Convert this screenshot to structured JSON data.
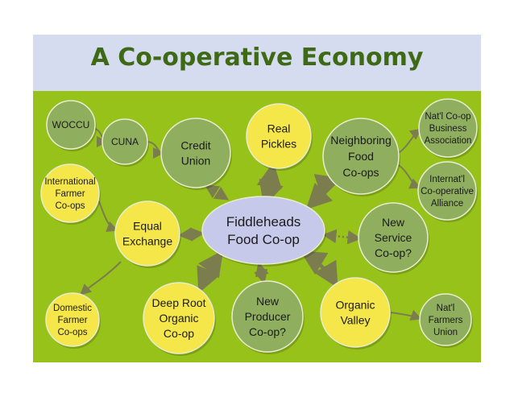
{
  "title": "A Co-operative Economy",
  "colors": {
    "title_band": "#d5dcef",
    "title_text": "#3e6a16",
    "panel": "#97c21a",
    "node_green": "#8fae5e",
    "node_yellow": "#f5e64a",
    "node_center": "#c7c9ea",
    "connector": "#7b7d4f"
  },
  "nodes": {
    "center": [
      "Fiddleheads",
      "Food Co-op"
    ],
    "woccu": [
      "WOCCU"
    ],
    "cuna": [
      "CUNA"
    ],
    "credit_union": [
      "Credit",
      "Union"
    ],
    "real_pickles": [
      "Real",
      "Pickles"
    ],
    "neighboring": [
      "Neighboring",
      "Food",
      "Co-ops"
    ],
    "ncba": [
      "Nat'l Co-op",
      "Business",
      "Association"
    ],
    "ica": [
      "Internat'l",
      "Co-operative",
      "Alliance"
    ],
    "intl_farmer": [
      "International",
      "Farmer",
      "Co-ops"
    ],
    "equal_exchange": [
      "Equal",
      "Exchange"
    ],
    "new_service": [
      "New",
      "Service",
      "Co-op?"
    ],
    "domestic_farmer": [
      "Domestic",
      "Farmer",
      "Co-ops"
    ],
    "deep_root": [
      "Deep Root",
      "Organic",
      "Co-op"
    ],
    "new_producer": [
      "New",
      "Producer",
      "Co-op?"
    ],
    "organic_valley": [
      "Organic",
      "Valley"
    ],
    "nfu": [
      "Nat'l",
      "Farmers",
      "Union"
    ]
  }
}
